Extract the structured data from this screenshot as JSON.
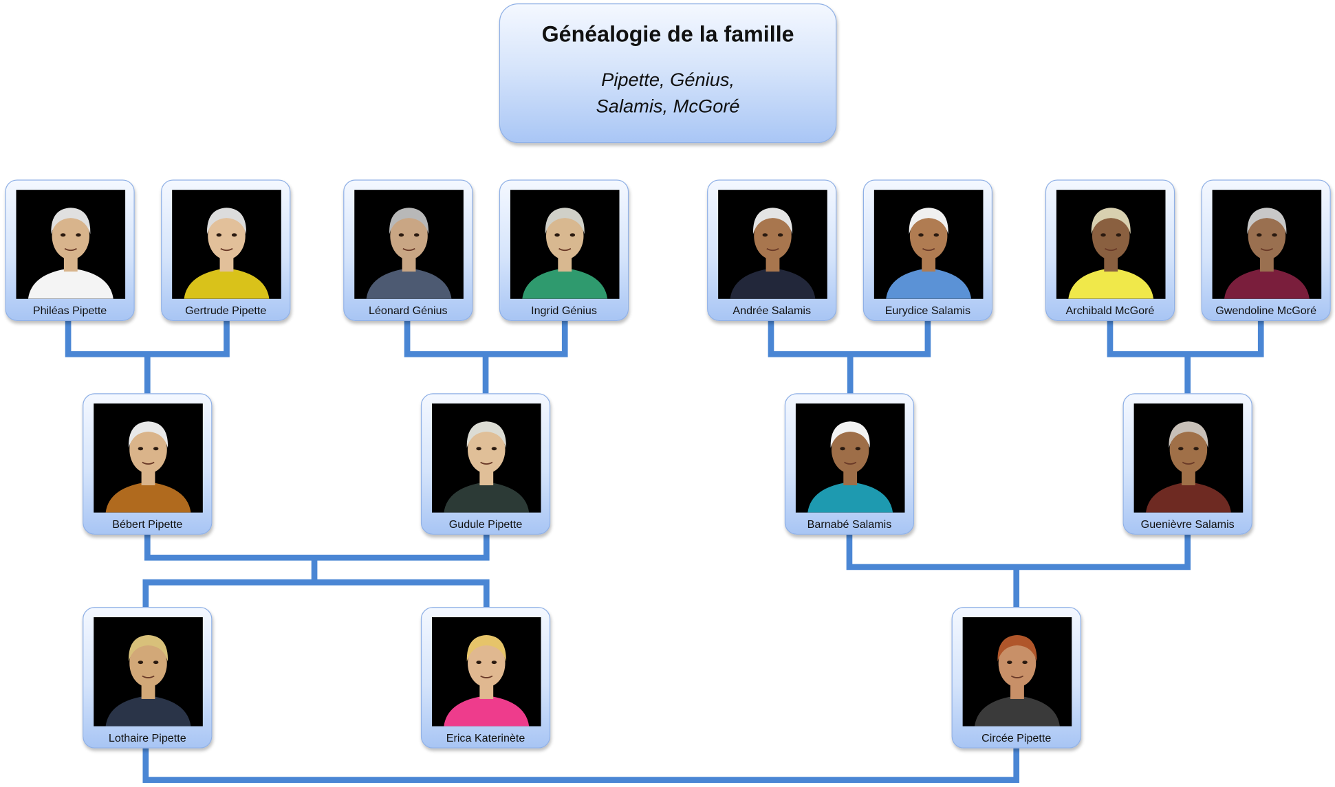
{
  "title": {
    "main": "Généalogie de la famille",
    "line1": "Pipette, Génius,",
    "line2": "Salamis, McGoré"
  },
  "colors": {
    "connector": "#4a86d4",
    "box_border": "#8fb0e6"
  },
  "people": [
    {
      "id": "phileas",
      "name": "Philéas Pipette",
      "hair": "#e0e0e0",
      "skin": "#d8b48c",
      "shirt": "#f4f4f4"
    },
    {
      "id": "gertrude",
      "name": "Gertrude Pipette",
      "hair": "#dcdcdc",
      "skin": "#e2c09a",
      "shirt": "#d9c21a"
    },
    {
      "id": "leonard",
      "name": "Léonard Génius",
      "hair": "#b8b8b8",
      "skin": "#c9a684",
      "shirt": "#4d5a72"
    },
    {
      "id": "ingrid",
      "name": "Ingrid Génius",
      "hair": "#d0d0c8",
      "skin": "#d8b890",
      "shirt": "#2f9a6e"
    },
    {
      "id": "andree",
      "name": "Andrée Salamis",
      "hair": "#e4e4e4",
      "skin": "#a8764e",
      "shirt": "#22273a"
    },
    {
      "id": "eurydice",
      "name": "Eurydice Salamis",
      "hair": "#f0f0f0",
      "skin": "#b07c52",
      "shirt": "#5b92d6"
    },
    {
      "id": "archibald",
      "name": "Archibald McGoré",
      "hair": "#d8d0b0",
      "skin": "#8a6040",
      "shirt": "#f0e84a"
    },
    {
      "id": "gwendoline",
      "name": "Gwendoline McGoré",
      "hair": "#c8c8c8",
      "skin": "#9a7050",
      "shirt": "#7a1e3c"
    },
    {
      "id": "bebert",
      "name": "Bébert Pipette",
      "hair": "#e8e8e8",
      "skin": "#dab48a",
      "shirt": "#b06a1e"
    },
    {
      "id": "gudule",
      "name": "Gudule Pipette",
      "hair": "#dcdcd4",
      "skin": "#e0bf98",
      "shirt": "#2c3a36"
    },
    {
      "id": "barnabe",
      "name": "Barnabé Salamis",
      "hair": "#f2f2f2",
      "skin": "#9e6e48",
      "shirt": "#1e9ab0"
    },
    {
      "id": "guenievre",
      "name": "Guenièvre Salamis",
      "hair": "#c8c0b8",
      "skin": "#a07048",
      "shirt": "#6e2a22"
    },
    {
      "id": "lothaire",
      "name": "Lothaire Pipette",
      "hair": "#d8c07a",
      "skin": "#d2a878",
      "shirt": "#2a3448"
    },
    {
      "id": "erica",
      "name": "Erica Katerinète",
      "hair": "#e6c46a",
      "skin": "#e0b890",
      "shirt": "#ee3c8c"
    },
    {
      "id": "circee",
      "name": "Circée Pipette",
      "hair": "#b0562a",
      "skin": "#c89068",
      "shirt": "#3a3a3a"
    }
  ]
}
